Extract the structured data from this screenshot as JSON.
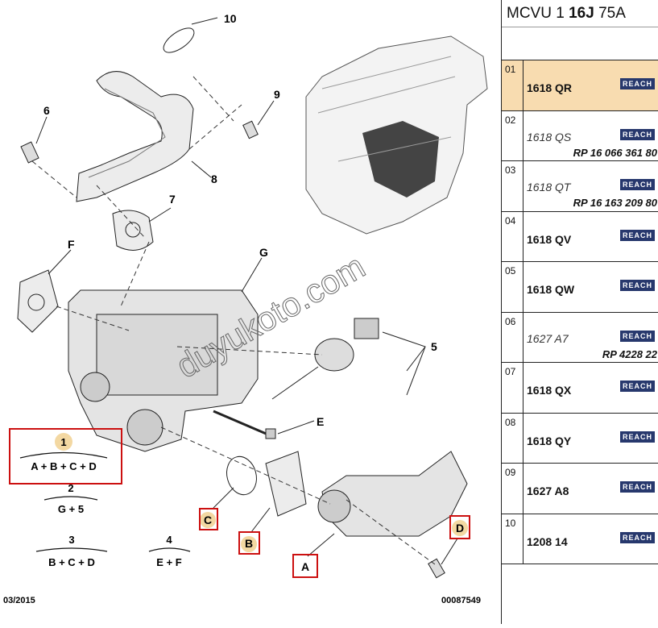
{
  "header": {
    "engine_code": "MCVU 1",
    "engine_bold": "16J",
    "engine_power": "75A"
  },
  "variants": [
    {
      "index": "01",
      "ref": "1618 QR",
      "italic": false,
      "badge": "REACH",
      "rp": "",
      "selected": true
    },
    {
      "index": "02",
      "ref": "1618 QS",
      "italic": true,
      "badge": "REACH",
      "rp": "RP 16 066 361 80",
      "selected": false
    },
    {
      "index": "03",
      "ref": "1618 QT",
      "italic": true,
      "badge": "REACH",
      "rp": "RP 16 163 209 80",
      "selected": false
    },
    {
      "index": "04",
      "ref": "1618 QV",
      "italic": false,
      "badge": "REACH",
      "rp": "",
      "selected": false
    },
    {
      "index": "05",
      "ref": "1618 QW",
      "italic": false,
      "badge": "REACH",
      "rp": "",
      "selected": false
    },
    {
      "index": "06",
      "ref": "1627 A7",
      "italic": true,
      "badge": "REACH",
      "rp": "RP 4228 22",
      "selected": false
    },
    {
      "index": "07",
      "ref": "1618 QX",
      "italic": false,
      "badge": "REACH",
      "rp": "",
      "selected": false
    },
    {
      "index": "08",
      "ref": "1618 QY",
      "italic": false,
      "badge": "REACH",
      "rp": "",
      "selected": false
    },
    {
      "index": "09",
      "ref": "1627 A8",
      "italic": false,
      "badge": "REACH",
      "rp": "",
      "selected": false
    },
    {
      "index": "10",
      "ref": "1208 14",
      "italic": false,
      "badge": "REACH",
      "rp": "",
      "selected": false
    }
  ],
  "callouts": {
    "n10": "10",
    "n9": "9",
    "n6": "6",
    "n8": "8",
    "n7": "7",
    "nF": "F",
    "nG": "G",
    "n5": "5",
    "nE": "E",
    "nC": "C",
    "nB": "B",
    "nA": "A",
    "nD": "D"
  },
  "kits": [
    {
      "num": "1",
      "formula": "A + B + C + D"
    },
    {
      "num": "2",
      "formula": "G + 5"
    },
    {
      "num": "3",
      "formula": "B + C + D"
    },
    {
      "num": "4",
      "formula": "E + F"
    }
  ],
  "watermark": "duyukoto.com",
  "footer": {
    "date": "03/2015",
    "code": "00087549"
  },
  "colors": {
    "highlight_red": "#cc1010",
    "badge_navy": "#27386d",
    "selected_row": "#f8dcb0",
    "callout_circle": "#f3d8a2"
  }
}
